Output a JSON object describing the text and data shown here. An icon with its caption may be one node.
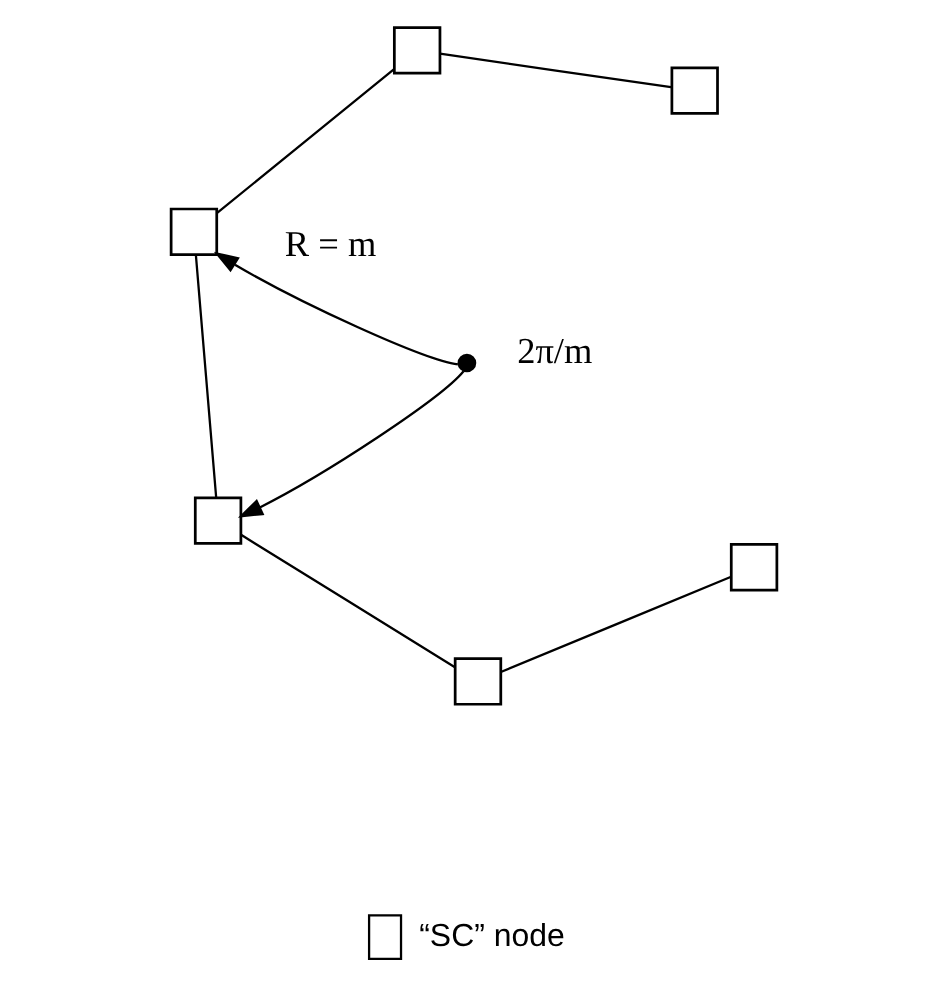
{
  "diagram": {
    "nodes": [
      {
        "text": [],
        "shape": "box"
      },
      {
        "text": [],
        "shape": "box"
      },
      {
        "text": [],
        "shape": "box"
      },
      {
        "text": [],
        "shape": "circle"
      },
      {
        "text": [],
        "shape": "box"
      },
      {
        "text": [],
        "shape": "box"
      },
      {
        "text": [],
        "shape": "box"
      }
    ],
    "edges": [
      {
        "from": 1,
        "to": 0,
        "arrow": "none"
      },
      {
        "from": 0,
        "to": 2,
        "arrow": "none"
      },
      {
        "from": 3,
        "to": 2,
        "arrow": "to",
        "label": "R = m"
      },
      {
        "from": 3,
        "to": 5,
        "arrow": "to"
      },
      {
        "from": 2,
        "to": 5,
        "arrow": "none"
      },
      {
        "from": 4,
        "to": 6,
        "arrow": "none"
      },
      {
        "from": 6,
        "to": 5,
        "arrow": "none"
      }
    ],
    "labels": [
      "2π/m"
    ],
    "legend": [
      {
        "text": "“SC” node"
      }
    ]
  }
}
